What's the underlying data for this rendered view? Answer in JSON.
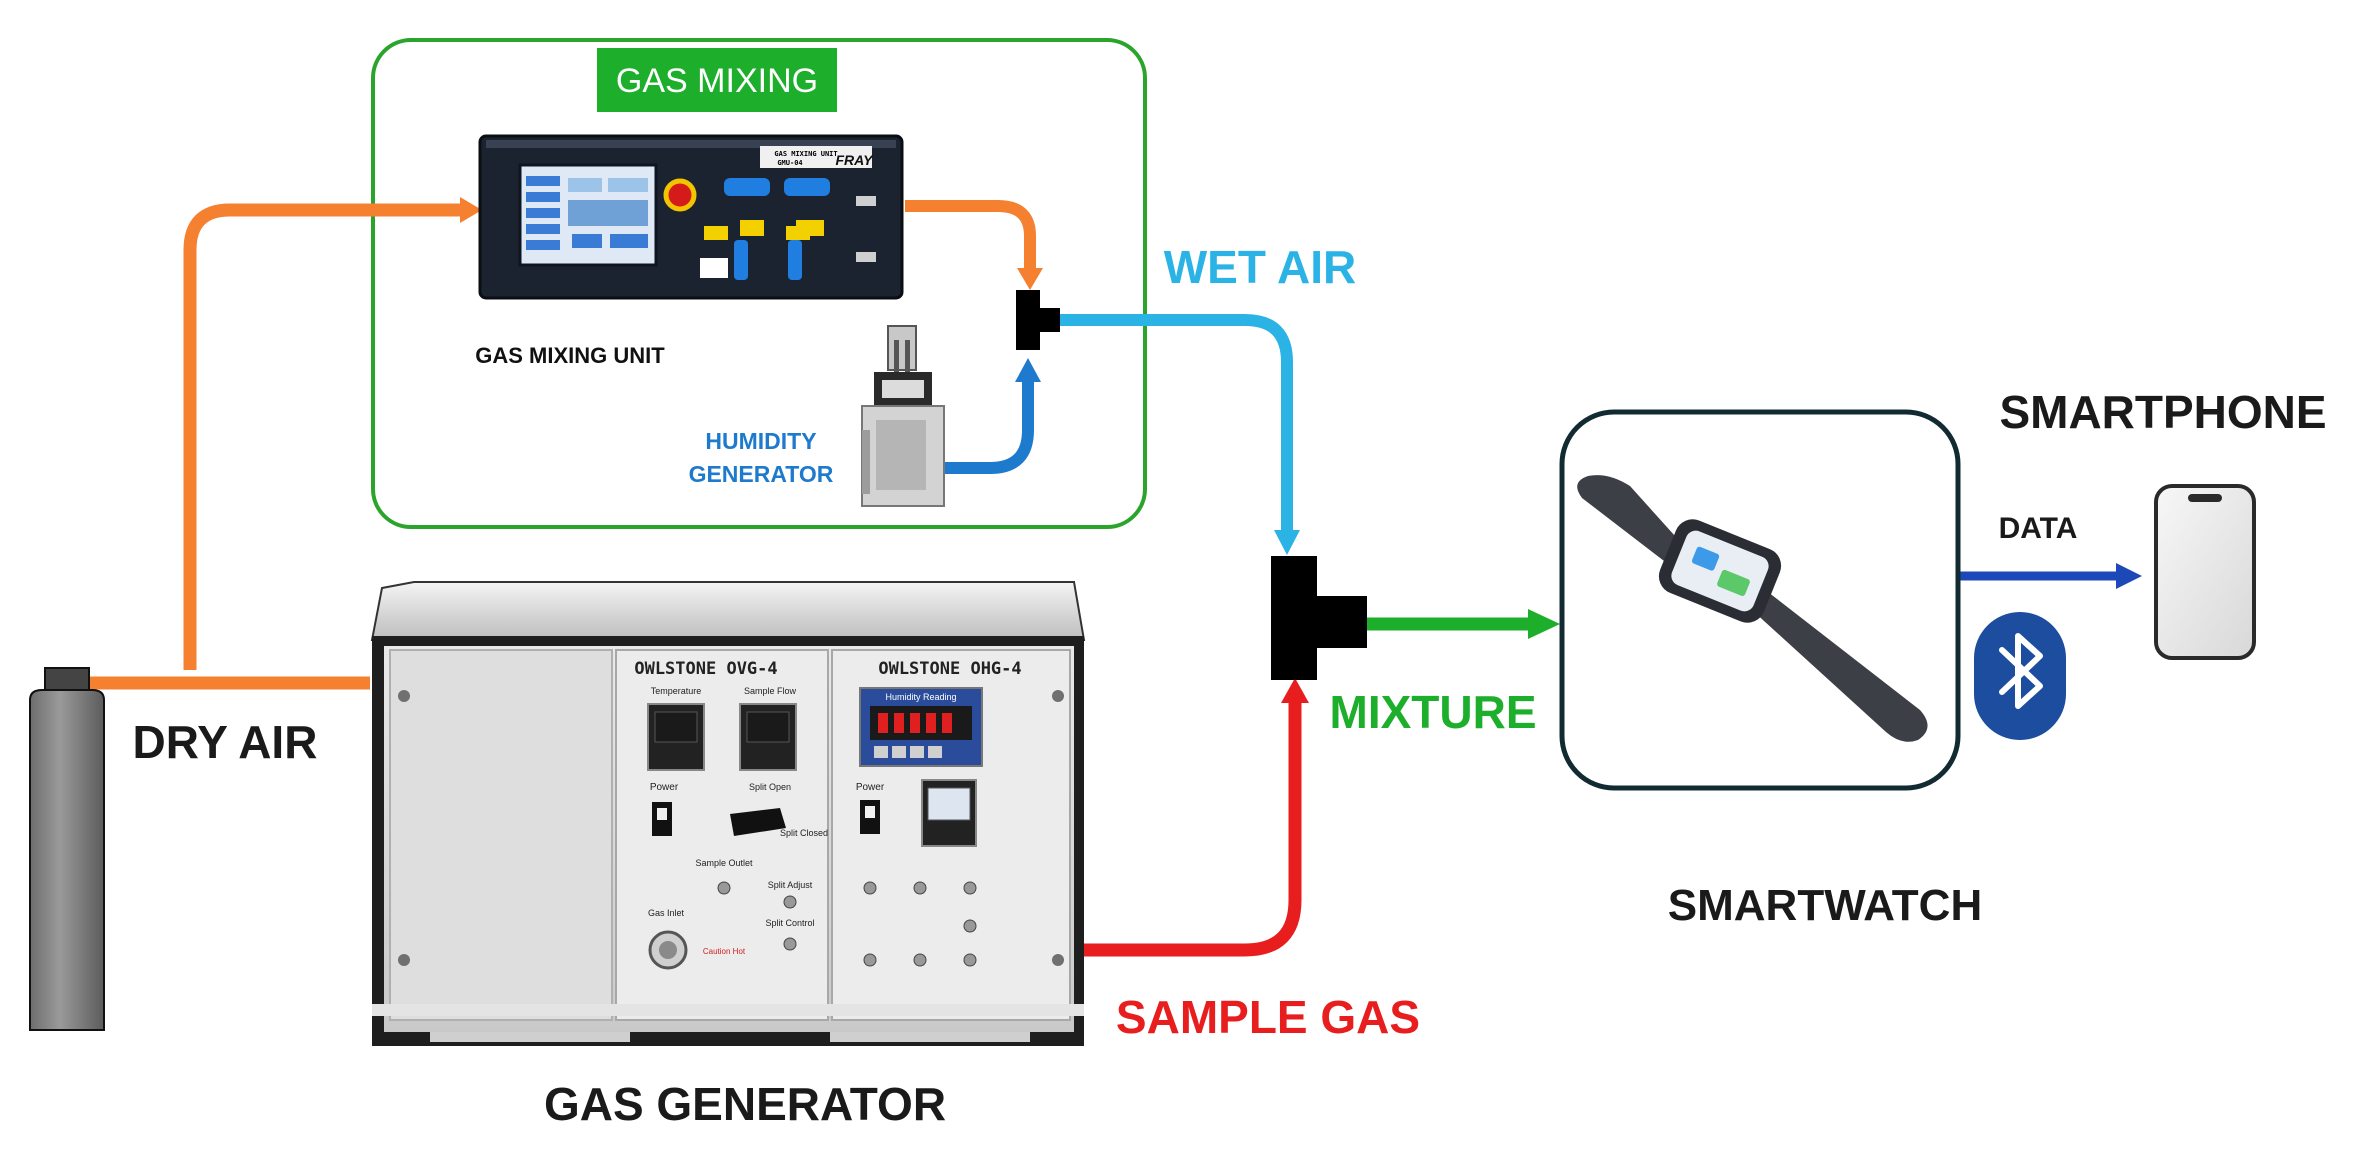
{
  "labels": {
    "gas_mixing_title": "GAS MIXING",
    "gas_mixing_unit": "GAS MIXING UNIT",
    "humidity_line1": "HUMIDITY",
    "humidity_line2": "GENERATOR",
    "wet_air": "WET AIR",
    "dry_air": "DRY AIR",
    "mixture": "MIXTURE",
    "sample_gas": "SAMPLE GAS",
    "gas_generator": "GAS GENERATOR",
    "smartwatch": "SMARTWATCH",
    "smartphone": "SMARTPHONE",
    "data": "DATA"
  },
  "gas_generator_panel": {
    "brand_left": "OWLSTONE OVG-4",
    "brand_right": "OWLSTONE OHG-4",
    "temperature": "Temperature",
    "sample_flow": "Sample Flow",
    "humidity_reading": "Humidity Reading",
    "power": "Power",
    "split_open": "Split Open",
    "split_closed": "Split Closed",
    "sample_outlet": "Sample Outlet",
    "split_adjust": "Split Adjust",
    "split_control": "Split Control",
    "gas_inlet": "Gas Inlet",
    "caution": "Caution Hot"
  },
  "mixing_unit_panel": {
    "title_line1": "GAS MIXING UNIT",
    "title_line2": "GMU-04",
    "brand": "FRAY"
  },
  "colors": {
    "dry_air": "#F5802F",
    "wet_air": "#2BB3E6",
    "humidity": "#1E7ACC",
    "mixture": "#1DAE2B",
    "sample_gas": "#E81E1E",
    "data": "#1D48B7",
    "mixing_box": "#2BA42B",
    "gas_mixing_badge": "#1DAE2B",
    "bluetooth": "#1C4D9E",
    "smartwatch_box": "#122B33"
  }
}
